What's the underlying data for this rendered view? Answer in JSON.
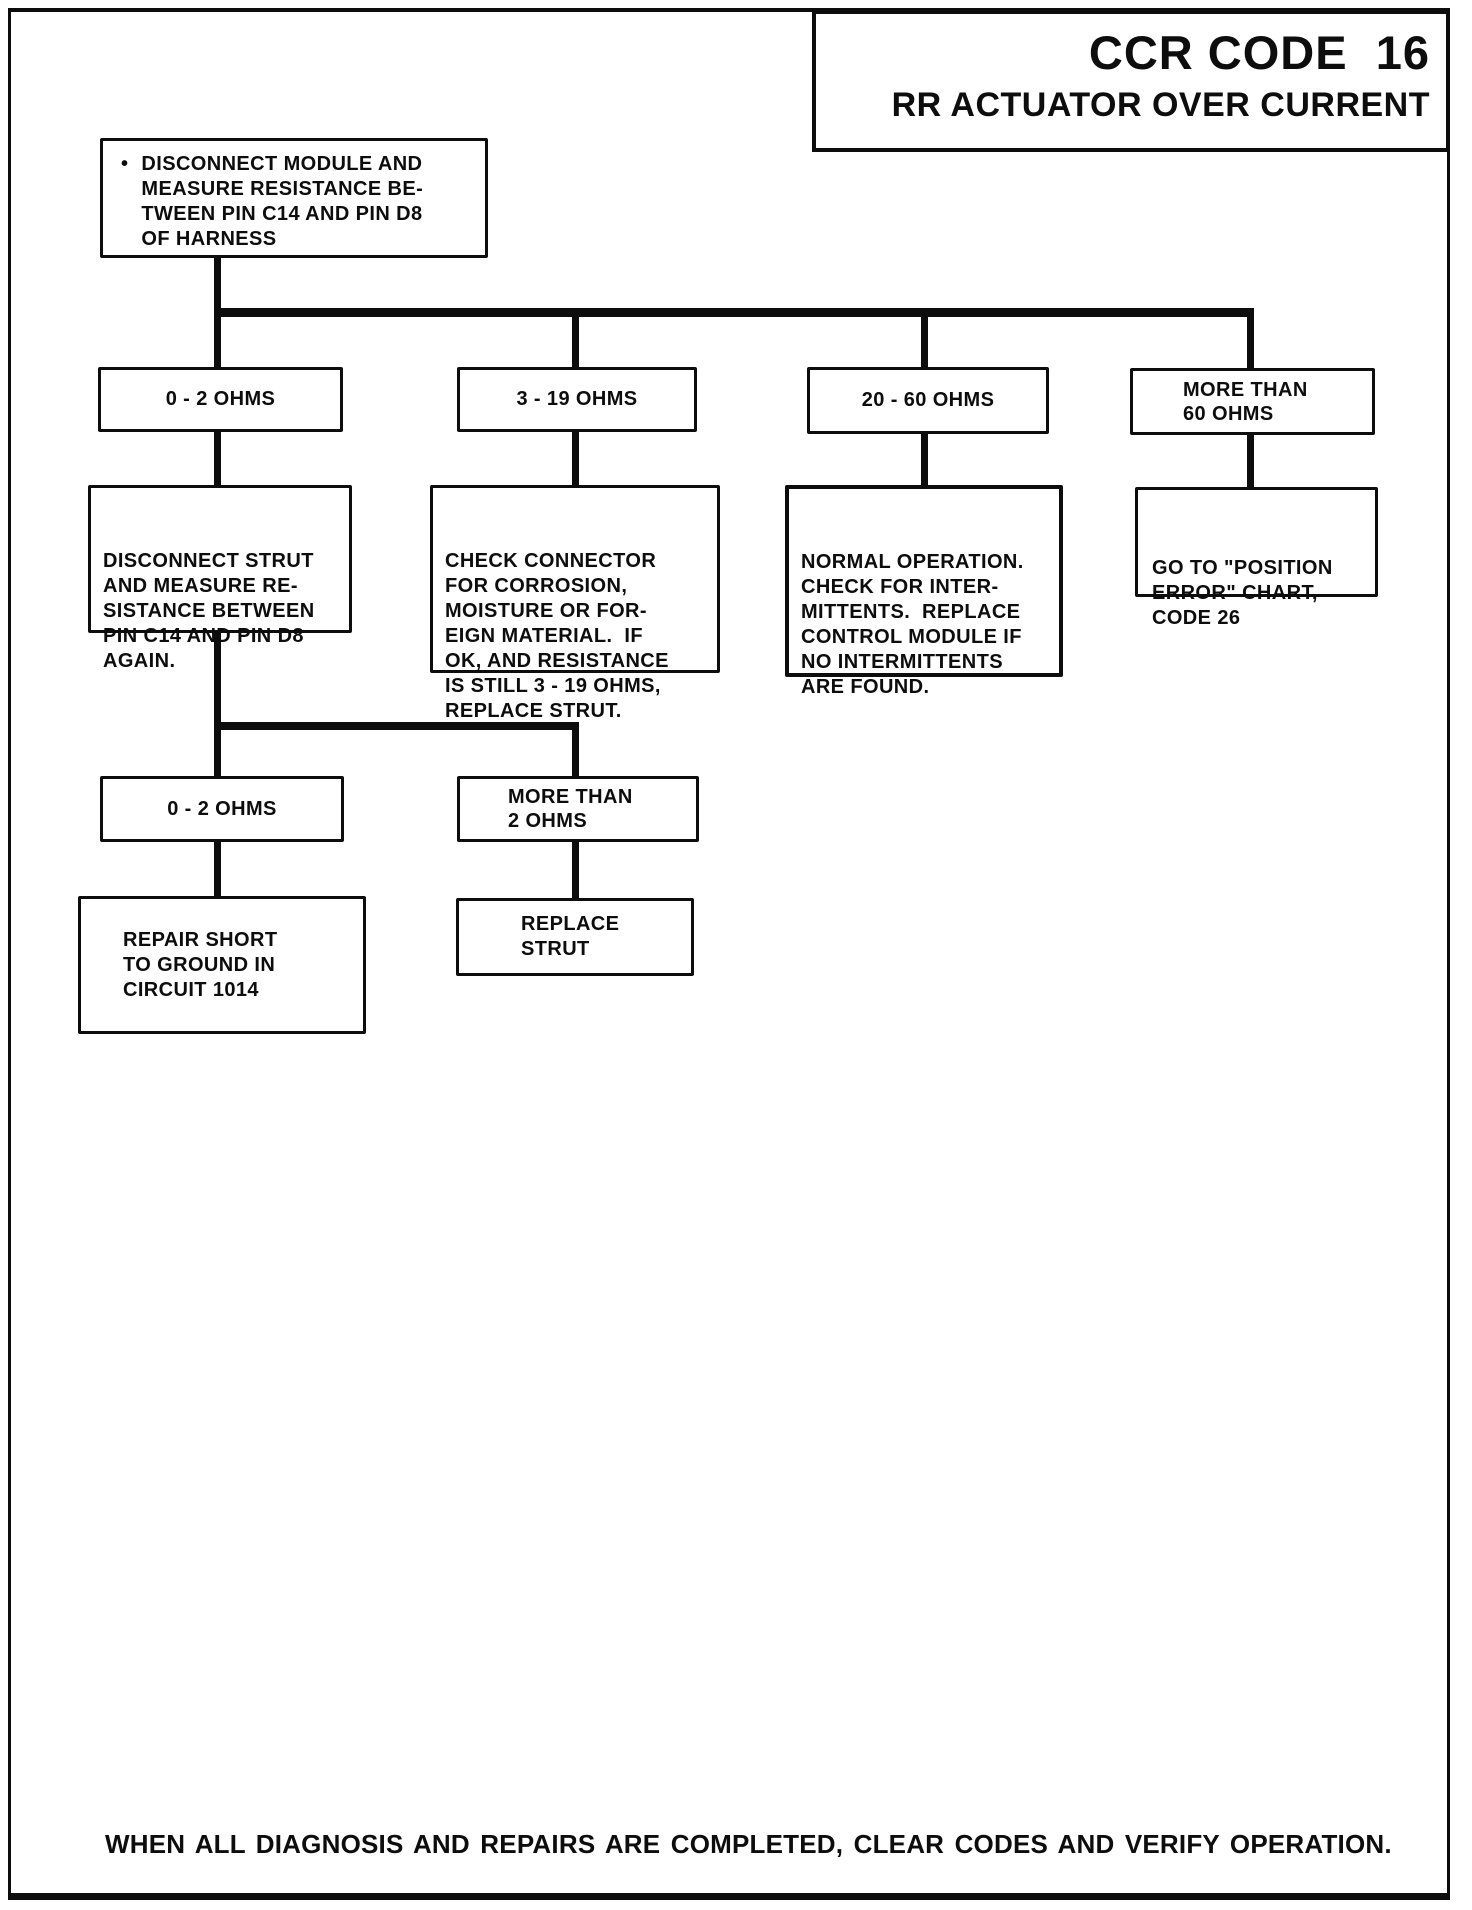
{
  "header": {
    "code_title": "CCR CODE  16",
    "subtitle": "RR ACTUATOR OVER CURRENT"
  },
  "flowchart": {
    "start": {
      "bullet": "•",
      "text": "DISCONNECT MODULE AND\nMEASURE RESISTANCE BE-\nTWEEN PIN C14 AND PIN D8\nOF HARNESS"
    },
    "branch_0_2_ohms": {
      "label": "0 - 2 OHMS"
    },
    "branch_3_19_ohms": {
      "label": "3 - 19 OHMS"
    },
    "branch_20_60_ohms": {
      "label": "20 - 60 OHMS"
    },
    "branch_more_than_60_ohms": {
      "label": "MORE THAN\n60 OHMS"
    },
    "action_disconnect_strut": {
      "text": "DISCONNECT STRUT\nAND MEASURE RE-\nSISTANCE BETWEEN\nPIN C14 AND PIN D8\nAGAIN."
    },
    "action_check_connector": {
      "text": "CHECK CONNECTOR\nFOR CORROSION,\nMOISTURE OR FOR-\nEIGN MATERIAL.  IF\nOK, AND RESISTANCE\nIS STILL 3 - 19 OHMS,\nREPLACE STRUT."
    },
    "action_normal_operation": {
      "text": "NORMAL OPERATION.\nCHECK FOR INTER-\nMITTENTS.  REPLACE\nCONTROL MODULE IF\nNO INTERMITTENTS\nARE FOUND."
    },
    "action_goto_position_error": {
      "text": "GO TO \"POSITION\nERROR\" CHART,\nCODE 26"
    },
    "branch2_0_2_ohms": {
      "label": "0 - 2 OHMS"
    },
    "branch2_more_than_2_ohms": {
      "label": "MORE THAN\n2 OHMS"
    },
    "action_repair_short": {
      "text": "REPAIR SHORT\nTO GROUND IN\nCIRCUIT 1014"
    },
    "action_replace_strut": {
      "text": "REPLACE\nSTRUT"
    }
  },
  "footer": {
    "note": "WHEN ALL DIAGNOSIS AND REPAIRS ARE COMPLETED, CLEAR CODES AND VERIFY OPERATION."
  },
  "colors": {
    "ink": "#0d0d0d",
    "paper": "#ffffff"
  }
}
